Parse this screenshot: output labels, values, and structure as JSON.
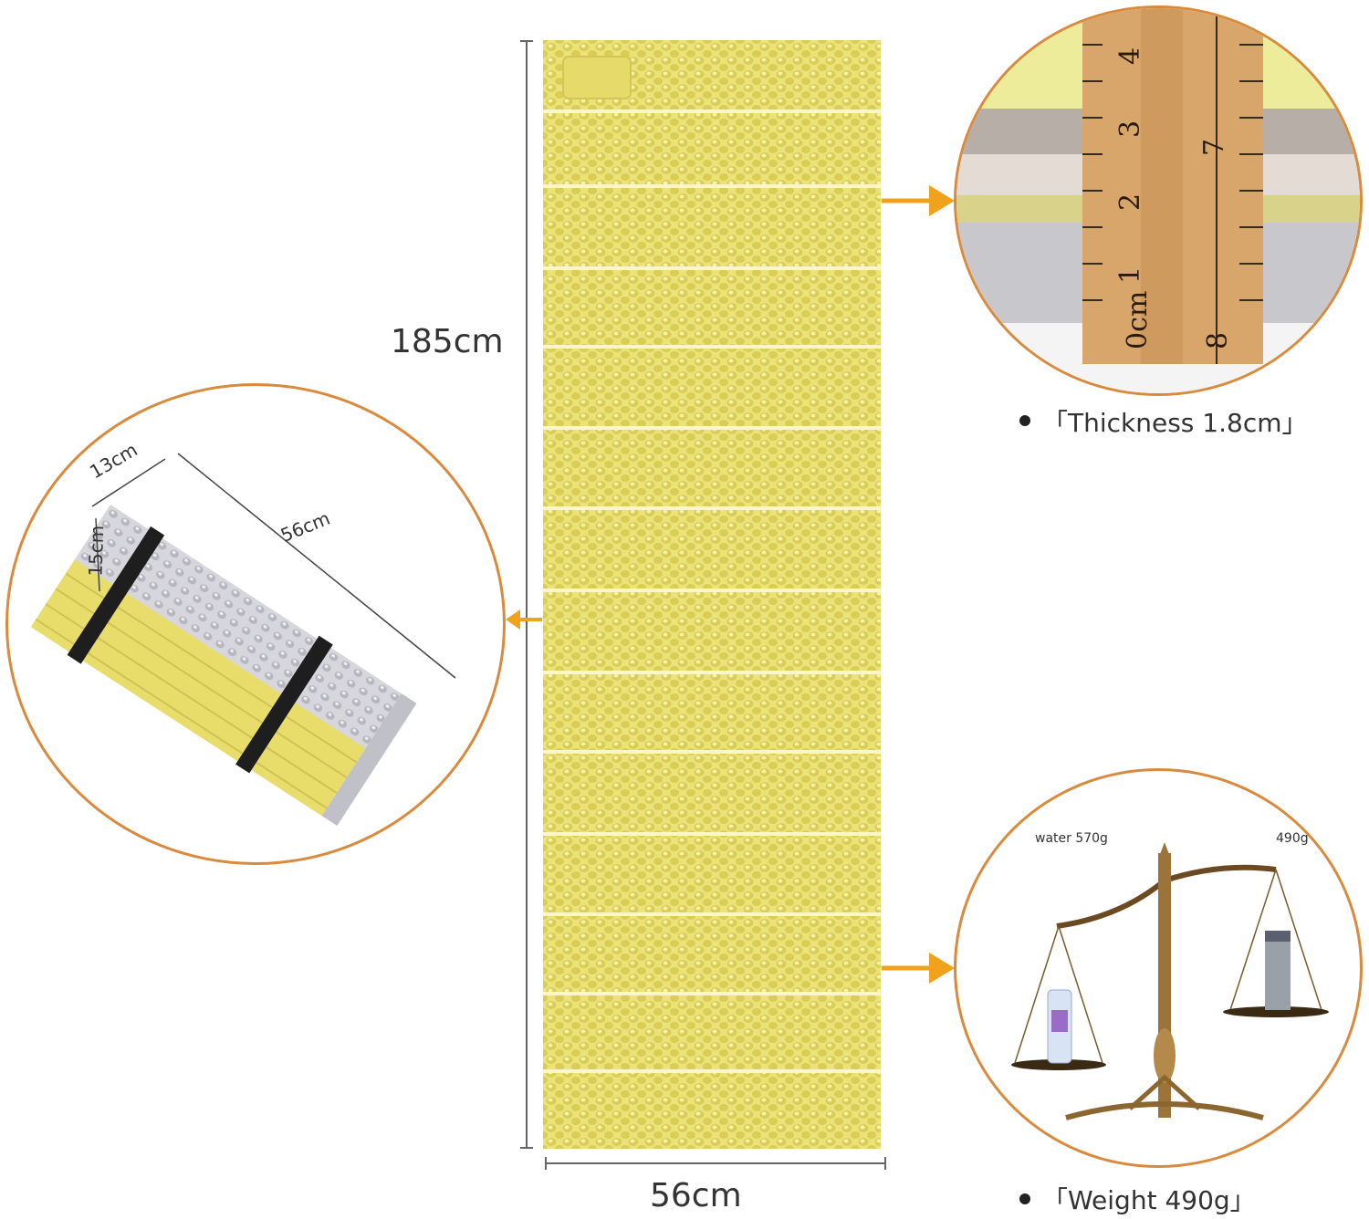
{
  "dimensions": {
    "height_label": "185cm",
    "width_label": "56cm"
  },
  "folded": {
    "label_13": "13cm",
    "label_15": "15cm",
    "label_56": "56cm"
  },
  "thickness": {
    "caption": "「Thickness 1.8cm」",
    "ruler_marks": [
      "0cm",
      "1",
      "2",
      "3",
      "4",
      "8",
      "7"
    ]
  },
  "weight": {
    "caption": "「Weight 490g」",
    "left_label": "water 570g",
    "right_label": "490g"
  },
  "colors": {
    "mat_yellow": "#efe57a",
    "circle_border": "#d98a3c",
    "arrow": "#f0a21c",
    "silver": "#c9c9cf",
    "wood": "#d8a56a"
  }
}
